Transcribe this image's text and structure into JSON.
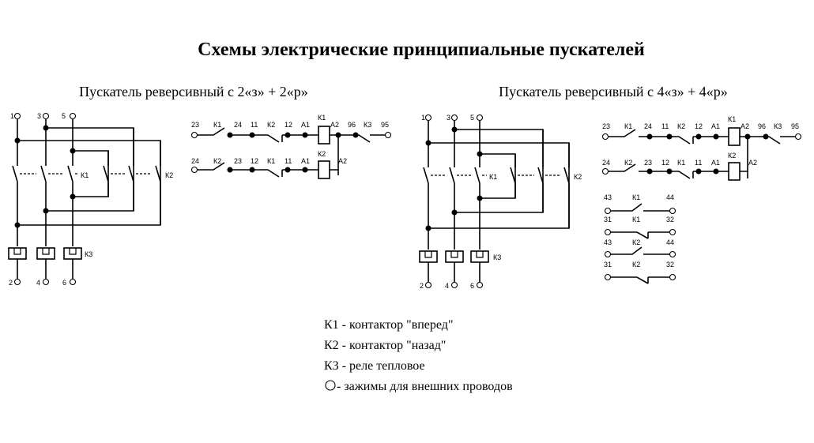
{
  "title": "Схемы электрические принципиальные пускателей",
  "left": {
    "subtitle": "Пускатель реверсивный с 2«з» + 2«р»",
    "top_terminals": [
      "1",
      "3",
      "5"
    ],
    "bottom_terminals": [
      "2",
      "4",
      "6"
    ],
    "k1": "К1",
    "k2": "К2",
    "k3": "К3",
    "ctrl1": [
      "23",
      "К1",
      "24",
      "11",
      "К2",
      "12",
      "А1",
      "К1",
      "А2",
      "96",
      "К3",
      "95"
    ],
    "ctrl2": [
      "24",
      "К2",
      "23",
      "12",
      "К1",
      "11",
      "А1",
      "К2",
      "А2"
    ]
  },
  "right": {
    "subtitle": "Пускатель реверсивный с 4«з» + 4«р»",
    "top_terminals": [
      "1",
      "3",
      "5"
    ],
    "bottom_terminals": [
      "2",
      "4",
      "6"
    ],
    "k1": "К1",
    "k2": "К2",
    "k3": "К3",
    "ctrl1": [
      "23",
      "К1",
      "24",
      "11",
      "К2",
      "12",
      "А1",
      "К1",
      "А2",
      "96",
      "К3",
      "95"
    ],
    "ctrl2": [
      "24",
      "К2",
      "23",
      "12",
      "К1",
      "11",
      "А1",
      "К2",
      "А2"
    ],
    "aux": [
      {
        "left": "43",
        "mid": "К1",
        "right": "44"
      },
      {
        "left": "31",
        "mid": "К1",
        "right": "32"
      },
      {
        "left": "43",
        "mid": "К2",
        "right": "44"
      },
      {
        "left": "31",
        "mid": "К2",
        "right": "32"
      }
    ]
  },
  "legend": {
    "k1": "К1 - контактор \"вперед\"",
    "k2": "К2 - контактор \"назад\"",
    "k3": "К3 - реле тепловое",
    "terminal": "- зажимы для внешних проводов"
  }
}
